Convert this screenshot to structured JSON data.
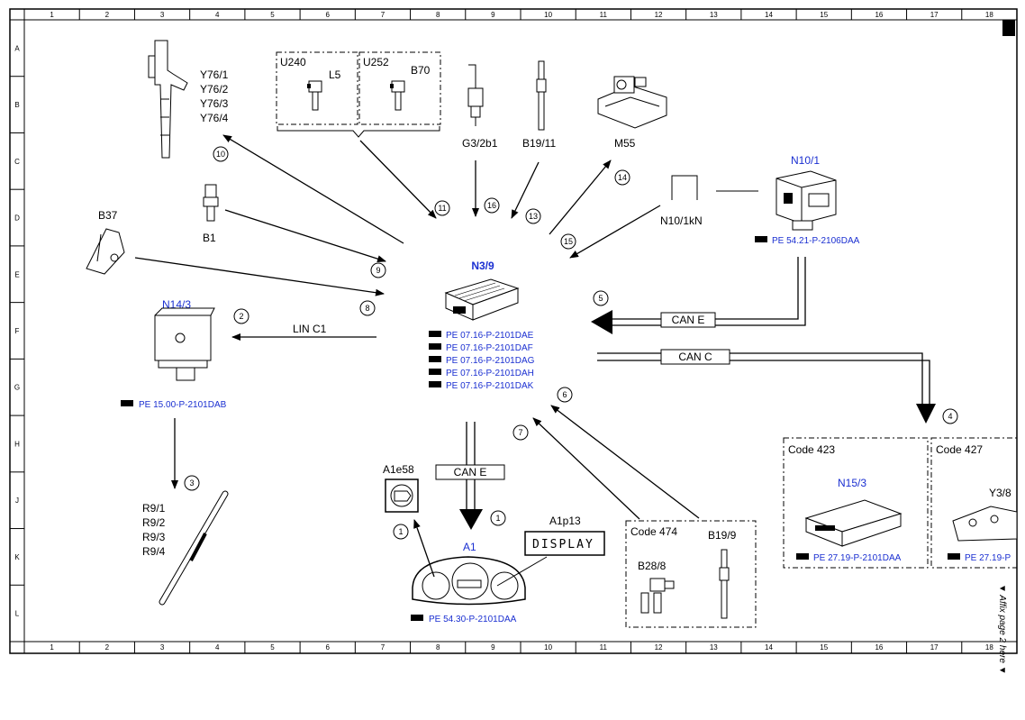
{
  "grid": {
    "columns": [
      "1",
      "2",
      "3",
      "4",
      "5",
      "6",
      "7",
      "8",
      "9",
      "10",
      "11",
      "12",
      "13",
      "14",
      "15",
      "16",
      "17",
      "18"
    ],
    "rows": [
      "A",
      "B",
      "C",
      "D",
      "E",
      "F",
      "G",
      "H",
      "J",
      "K",
      "L"
    ]
  },
  "central_unit": {
    "label": "N3/9",
    "refs": [
      "PE 07.16-P-2101DAE",
      "PE 07.16-P-2101DAF",
      "PE 07.16-P-2101DAG",
      "PE 07.16-P-2101DAH",
      "PE 07.16-P-2101DAK"
    ]
  },
  "components": {
    "injectors": [
      "Y76/1",
      "Y76/2",
      "Y76/3",
      "Y76/4"
    ],
    "u240": "U240",
    "l5": "L5",
    "u252": "U252",
    "b70": "B70",
    "g3_2b1": "G3/2b1",
    "b19_11": "B19/11",
    "m55": "M55",
    "n10_1": "N10/1",
    "n10_1_ref": "PE 54.21-P-2106DAA",
    "n10_1kn": "N10/1kN",
    "b1": "B1",
    "b37": "B37",
    "n14_3": "N14/3",
    "n14_3_ref": "PE 15.00-P-2101DAB",
    "glow_plugs": [
      "R9/1",
      "R9/2",
      "R9/3",
      "R9/4"
    ],
    "a1e58": "A1e58",
    "a1p13": "A1p13",
    "display_text": "DISPLAY",
    "a1": "A1",
    "a1_ref": "PE 54.30-P-2101DAA",
    "code474": "Code 474",
    "b28_8": "B28/8",
    "b19_9": "B19/9",
    "code423": "Code 423",
    "n15_3": "N15/3",
    "n15_3_ref": "PE 27.19-P-2101DAA",
    "code427": "Code 427",
    "y3_8": "Y3/8",
    "y3_8_ref": "PE 27.19-P"
  },
  "buses": {
    "can_e": "CAN E",
    "can_c": "CAN C",
    "lin_c1": "LIN C1"
  },
  "arrow_numbers": [
    "1",
    "2",
    "3",
    "4",
    "5",
    "6",
    "7",
    "8",
    "9",
    "10",
    "11",
    "13",
    "14",
    "15",
    "16"
  ],
  "side_note": "▼ Affix page 2 here ▼",
  "colors": {
    "accent": "#1a2fd1",
    "line": "#000000"
  }
}
